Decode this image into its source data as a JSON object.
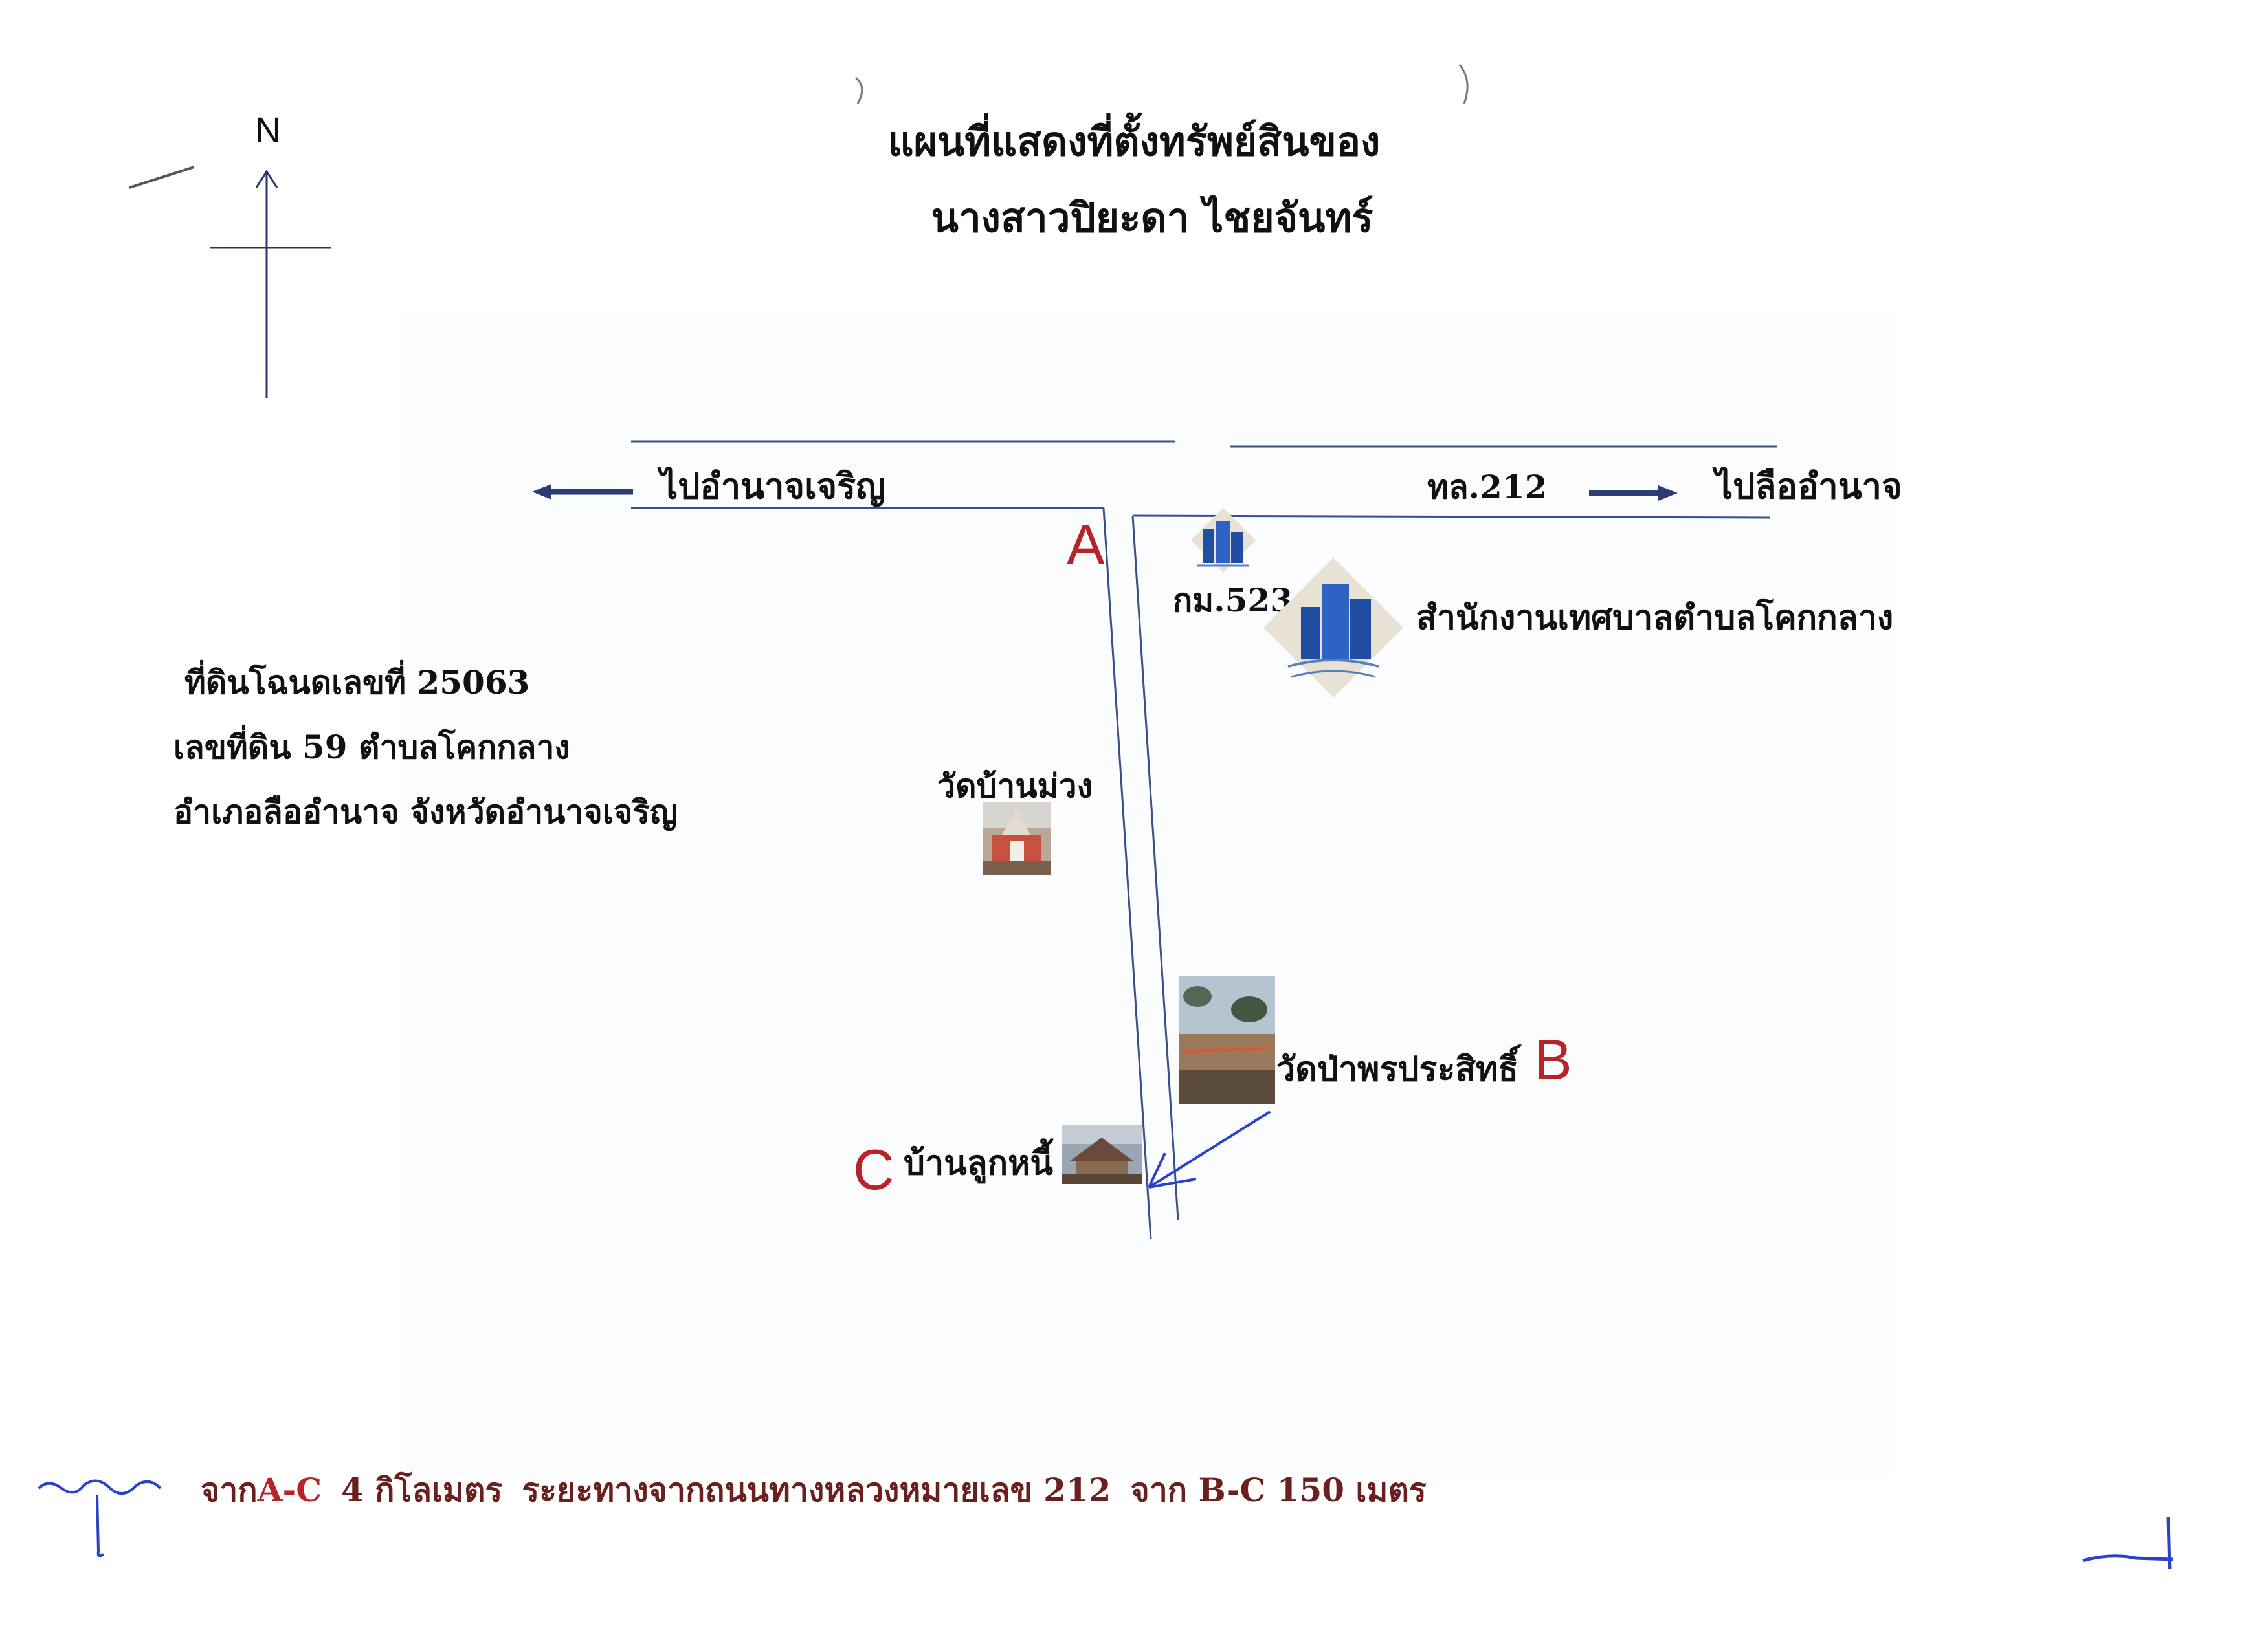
{
  "title": {
    "line1": "แผนที่แสดงที่ตั้งทรัพย์สินของ",
    "line2": "นางสาวปิยะดา  ไชยจันทร์"
  },
  "compass": {
    "label": "N"
  },
  "roads": {
    "west_label": "ไปอำนาจเจริญ",
    "route_label": "ทล.212",
    "east_label": "ไปลืออำนาจ"
  },
  "points": {
    "a": "A",
    "b": "B",
    "c": "C"
  },
  "landmarks": {
    "km_marker": "กม.523",
    "municipal_office": "สำนักงานเทศบาลตำบลโคกกลาง",
    "wat_ban_muang": "วัดบ้านม่วง",
    "wat_pa_phon": "วัดป่าพรประสิทธิ์",
    "ban_luk_ni": "บ้านลูกหนี้"
  },
  "land_info": {
    "line1": "ที่ดินโฉนดเลขที่ 25063",
    "line2": "เลขที่ดิน 59 ตำบลโคกกลาง",
    "line3": "อำเภอลืออำนาจ จังหวัดอำนาจเจริญ"
  },
  "distance_note": {
    "prefix": "จาก",
    "ac": "A-C",
    "ac_value": "4 กิโลเมตร",
    "description": "ระยะทางจากถนนทางหลวงหมายเลข 212",
    "bc": "จาก B-C 150 เมตร"
  },
  "colors": {
    "road": "#3b4f8a",
    "arrow": "#2b3d73",
    "point_label": "#b8232a",
    "note_text": "#6b1f1f",
    "handwritten": "#2b42c8"
  }
}
